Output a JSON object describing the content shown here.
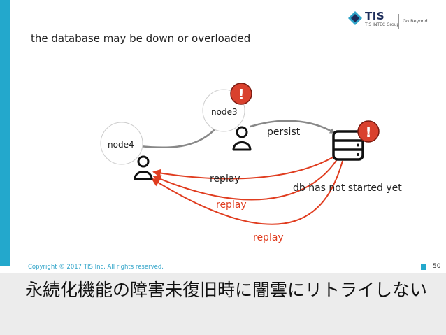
{
  "logo": {
    "brand": "TIS",
    "group": "TIS INTEC Group",
    "tagline": "Go Beyond"
  },
  "slide_title": "the database may be down or overloaded",
  "diagram": {
    "nodes": [
      {
        "id": "node3",
        "label": "node3",
        "has_alert": true
      },
      {
        "id": "node4",
        "label": "node4",
        "has_alert": false
      },
      {
        "id": "database",
        "label": "",
        "has_alert": true
      }
    ],
    "alert_symbol": "!",
    "edges": [
      {
        "from": "node3",
        "to": "database",
        "label": "persist",
        "color": "#888888"
      },
      {
        "from": "node4",
        "to": "node3",
        "label": "",
        "color": "#888888"
      },
      {
        "from": "database",
        "to": "node4",
        "label": "replay",
        "color": "#e03c1f"
      },
      {
        "from": "database",
        "to": "node4",
        "label": "replay",
        "color": "#e03c1f"
      },
      {
        "from": "database",
        "to": "node4",
        "label": "replay",
        "color": "#e03c1f"
      }
    ],
    "note": "db has not started yet"
  },
  "footer": {
    "copyright": "Copyright © 2017 TIS Inc. All rights reserved.",
    "page": "50"
  },
  "caption": "永続化機能の障害未復旧時に闇雲にリトライしない",
  "colors": {
    "accent": "#23a8cc",
    "alert": "#d9412e",
    "replay": "#e03c1f",
    "edge_gray": "#888888"
  }
}
